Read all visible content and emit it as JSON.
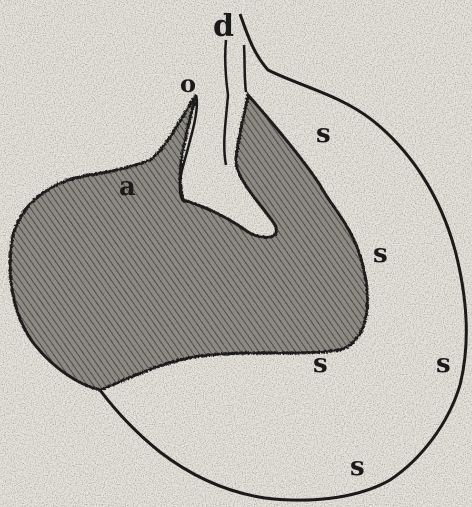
{
  "figure": {
    "labels": {
      "d": "d",
      "o": "o",
      "a": "a",
      "s1": "s",
      "s2": "s",
      "s3": "s",
      "s4": "s",
      "s5": "s"
    },
    "colors": {
      "paper": "#e9e6df",
      "ink": "#1a1a1a",
      "shading": "#6f6c66"
    }
  }
}
